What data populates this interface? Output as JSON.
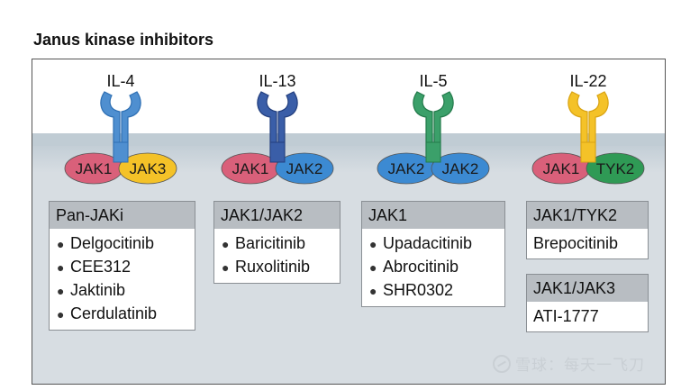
{
  "title": "Janus kinase inhibitors",
  "receptors": [
    {
      "cytokine": "IL-4",
      "jak_left": "JAK1",
      "jak_right": "JAK3",
      "color": "#4f8fd0",
      "color_dark": "#2e6fb3",
      "left_color": "#d9607a",
      "right_color": "#f4c228"
    },
    {
      "cytokine": "IL-13",
      "jak_left": "JAK1",
      "jak_right": "JAK2",
      "color": "#3a5ea8",
      "color_dark": "#233f7e",
      "left_color": "#d9607a",
      "right_color": "#3c8ad2"
    },
    {
      "cytokine": "IL-5",
      "jak_left": "JAK2",
      "jak_right": "JAK2",
      "color": "#3ba06a",
      "color_dark": "#237a4b",
      "left_color": "#3c8ad2",
      "right_color": "#3c8ad2"
    },
    {
      "cytokine": "IL-22",
      "jak_left": "JAK1",
      "jak_right": "TYK2",
      "color": "#f4c228",
      "color_dark": "#d9a312",
      "left_color": "#d9607a",
      "right_color": "#2f9a55"
    }
  ],
  "inhibitor_groups": [
    {
      "header": "Pan-JAKi",
      "drugs": [
        "Delgocitinib",
        "CEE312",
        "Jaktinib",
        "Cerdulatinib"
      ]
    },
    {
      "header": "JAK1/JAK2",
      "drugs": [
        "Baricitinib",
        "Ruxolitinib"
      ]
    },
    {
      "header": "JAK1",
      "drugs": [
        "Upadacitinib",
        "Abrocitinib",
        "SHR0302"
      ]
    },
    {
      "header": "JAK1/TYK2",
      "drugs": [
        "Brepocitinib"
      ]
    },
    {
      "header": "JAK1/JAK3",
      "drugs": [
        "ATI-1777"
      ]
    }
  ],
  "watermark": "雪球：每天一飞刀",
  "icons": {
    "watermark_logo": "snowball-logo-icon"
  }
}
